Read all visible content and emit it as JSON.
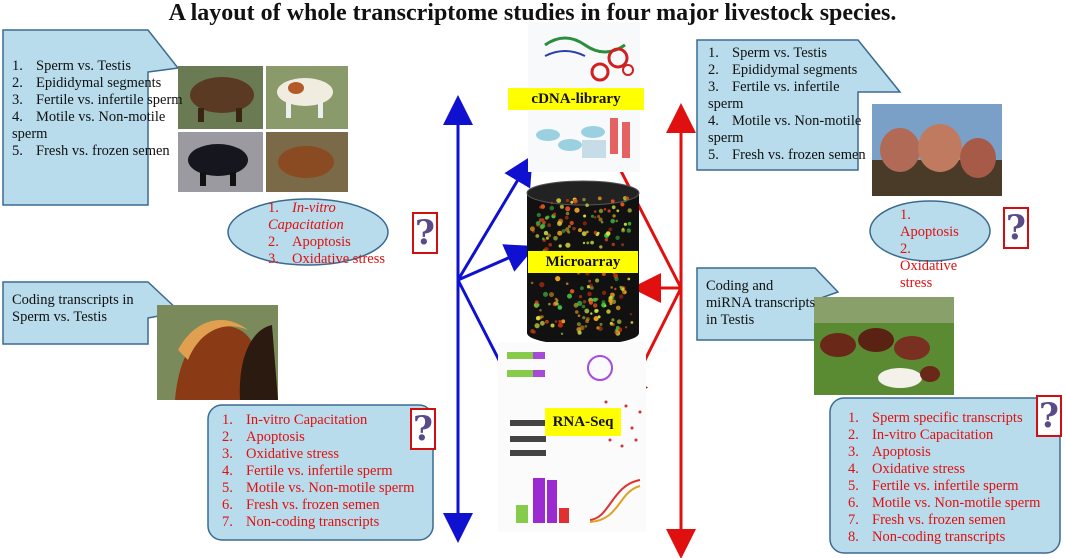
{
  "title": "A layout of whole transcriptome studies in four major livestock species.",
  "cattle": {
    "studies": [
      {
        "n": "1.",
        "t": "Sperm vs. Testis"
      },
      {
        "n": "2.",
        "t": "Epididymal segments"
      },
      {
        "n": "3.",
        "t": "Fertile vs. infertile sperm"
      },
      {
        "n": "4.",
        "t": "Motile vs. Non-motile sperm"
      },
      {
        "n": "5.",
        "t": "Fresh vs. frozen semen"
      }
    ],
    "gaps": [
      {
        "n": "1.",
        "t": "In-vitro Capacitation"
      },
      {
        "n": "2.",
        "t": "Apoptosis"
      },
      {
        "n": "3.",
        "t": "Oxidative stress"
      }
    ]
  },
  "pig": {
    "studies": [
      {
        "n": "1.",
        "t": "Sperm vs. Testis"
      },
      {
        "n": "2.",
        "t": "Epididymal segments"
      },
      {
        "n": "3.",
        "t": "Fertile vs. infertile sperm"
      },
      {
        "n": "4.",
        "t": "Motile vs. Non-motile sperm"
      },
      {
        "n": "5.",
        "t": "Fresh vs. frozen semen"
      }
    ],
    "gaps": [
      {
        "n": "1.",
        "t": "Apoptosis"
      },
      {
        "n": "2.",
        "t": "Oxidative stress"
      }
    ]
  },
  "horse": {
    "label": "Coding transcripts in Sperm vs. Testis",
    "gaps": [
      {
        "n": "1.",
        "t": "In-vitro Capacitation"
      },
      {
        "n": "2.",
        "t": "Apoptosis"
      },
      {
        "n": "3.",
        "t": "Oxidative stress"
      },
      {
        "n": "4.",
        "t": "Fertile vs. infertile sperm"
      },
      {
        "n": "5.",
        "t": "Motile vs. Non-motile sperm"
      },
      {
        "n": "6.",
        "t": "Fresh vs. frozen semen"
      },
      {
        "n": "7.",
        "t": "Non-coding transcripts"
      }
    ]
  },
  "goat": {
    "label": "Coding and miRNA transcripts in Testis",
    "gaps": [
      {
        "n": "1.",
        "t": "Sperm specific transcripts"
      },
      {
        "n": "2.",
        "t": "In-vitro Capacitation"
      },
      {
        "n": "3.",
        "t": "Apoptosis"
      },
      {
        "n": "4.",
        "t": "Oxidative stress"
      },
      {
        "n": "5.",
        "t": "Fertile vs. infertile sperm"
      },
      {
        "n": "6.",
        "t": "Motile vs. Non-motile sperm"
      },
      {
        "n": "7.",
        "t": "Fresh vs. frozen semen"
      },
      {
        "n": "8.",
        "t": "Non-coding transcripts"
      }
    ]
  },
  "methods": {
    "cdna": "cDNA-library",
    "microarray": "Microarray",
    "rnaseq": "RNA-Seq"
  },
  "question_mark": "?",
  "colors": {
    "blue_arrow": "#1010d0",
    "red_arrow": "#e01010",
    "callout_fill": "#b8dcec",
    "list_red": "#e01010",
    "label_bg": "#ffff00"
  }
}
